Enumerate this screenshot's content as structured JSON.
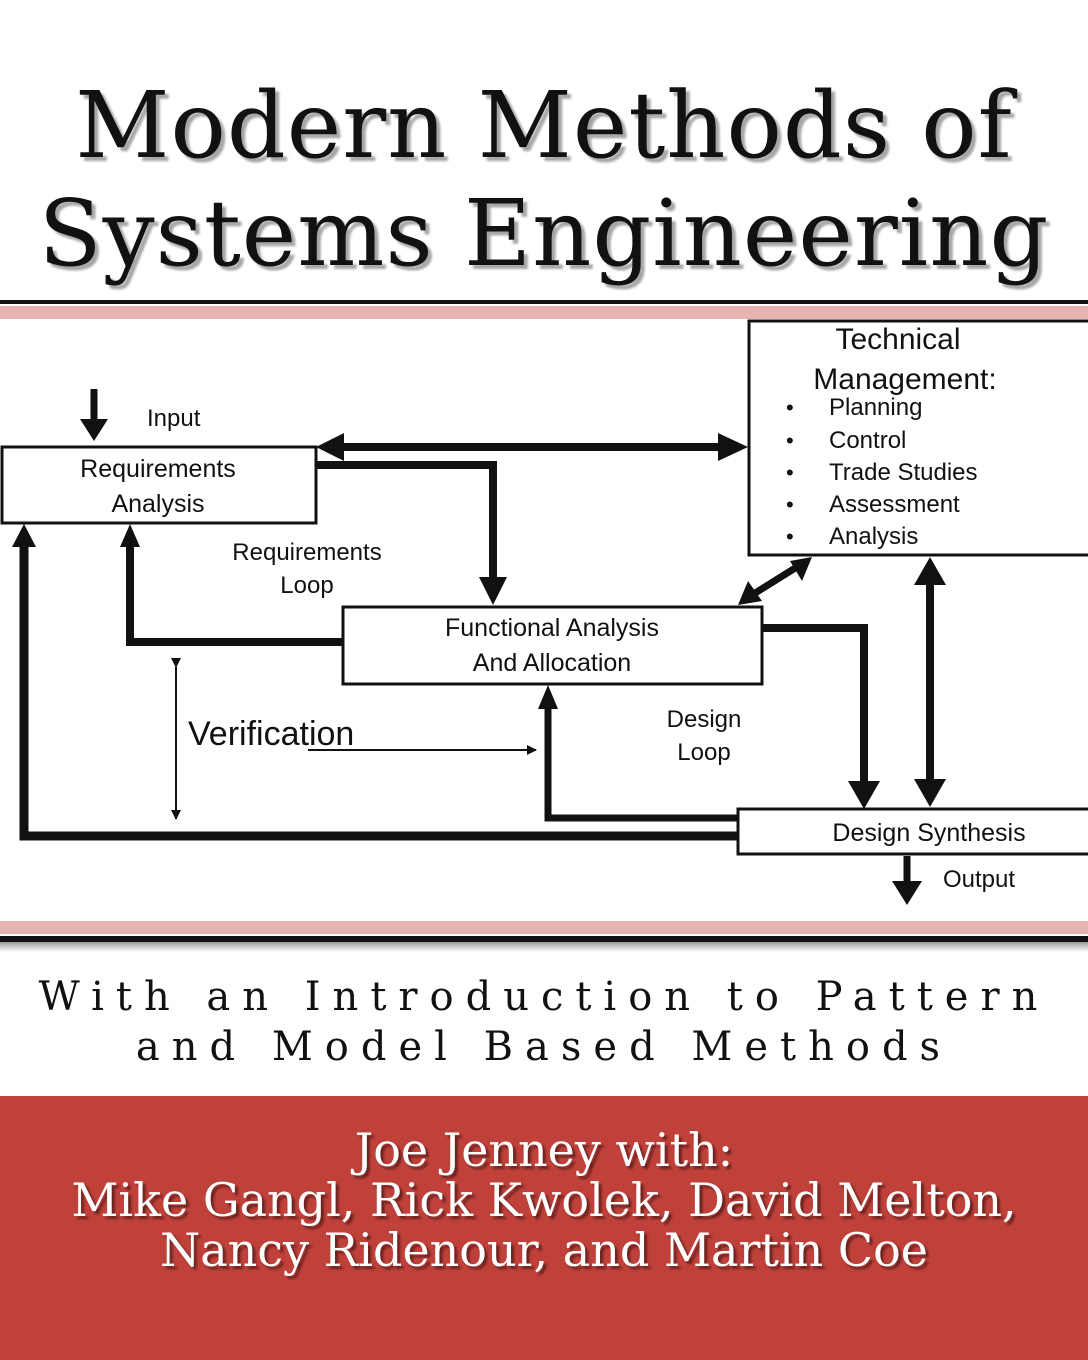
{
  "cover": {
    "title_line1": "Modern Methods of",
    "title_line2": "Systems Engineering",
    "subtitle_line1": "With an Introduction to Pattern",
    "subtitle_line2": "and Model Based Methods",
    "author_line1": "Joe Jenney with:",
    "author_line2": "Mike Gangl, Rick Kwolek, David Melton,",
    "author_line3": "Nancy Ridenour, and Martin Coe"
  },
  "colors": {
    "band_pink": "#e6b3b3",
    "author_band_red": "#c0403a",
    "text_dark": "#111111"
  },
  "diagram": {
    "input_label": "Input",
    "output_label": "Output",
    "requirements_analysis": [
      "Requirements",
      "Analysis"
    ],
    "requirements_loop": [
      "Requirements",
      "Loop"
    ],
    "functional_analysis": [
      "Functional Analysis",
      "And Allocation"
    ],
    "design_loop": [
      "Design",
      "Loop"
    ],
    "verification": "Verification",
    "design_synthesis": "Design Synthesis",
    "technical_management": {
      "title_line1": "Technical",
      "title_line2": "Management:",
      "bullet": "•",
      "items": [
        "Planning",
        "Control",
        "Trade Studies",
        "Assessment",
        "Analysis"
      ]
    }
  }
}
